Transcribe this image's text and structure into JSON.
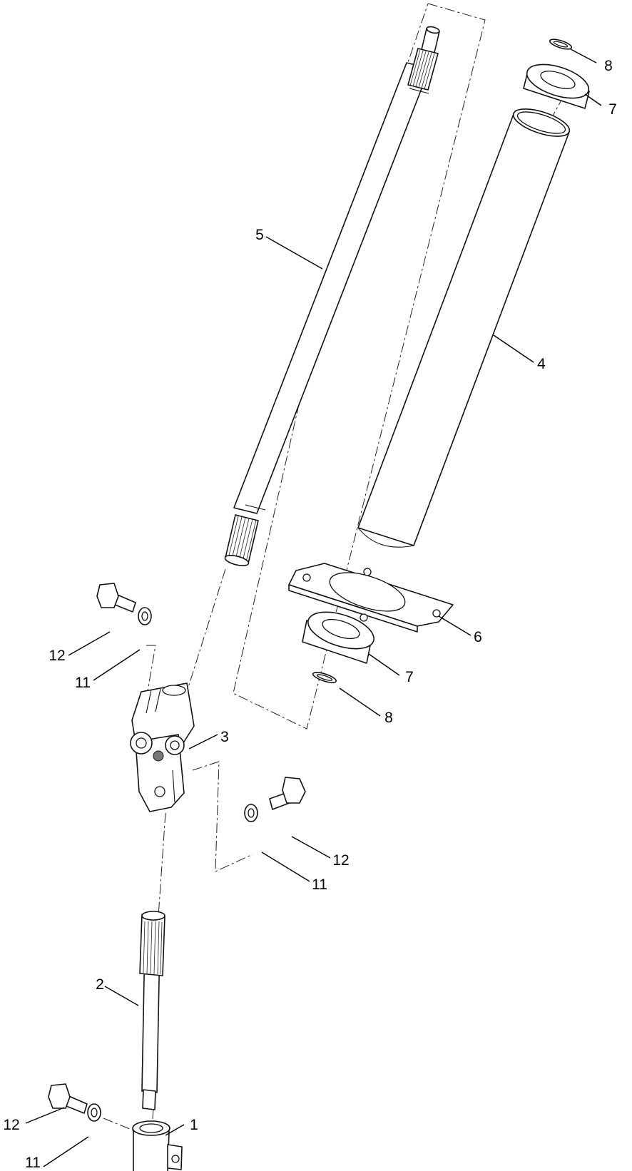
{
  "callouts": [
    {
      "id": "c1",
      "label": "1"
    },
    {
      "id": "c2",
      "label": "2"
    },
    {
      "id": "c3",
      "label": "3"
    },
    {
      "id": "c4",
      "label": "4"
    },
    {
      "id": "c5",
      "label": "5"
    },
    {
      "id": "c6",
      "label": "6"
    },
    {
      "id": "c7a",
      "label": "7"
    },
    {
      "id": "c7b",
      "label": "7"
    },
    {
      "id": "c8a",
      "label": "8"
    },
    {
      "id": "c8b",
      "label": "8"
    },
    {
      "id": "c11a",
      "label": "11"
    },
    {
      "id": "c11b",
      "label": "11"
    },
    {
      "id": "c11c",
      "label": "11"
    },
    {
      "id": "c12a",
      "label": "12"
    },
    {
      "id": "c12b",
      "label": "12"
    },
    {
      "id": "c12c",
      "label": "12"
    }
  ]
}
